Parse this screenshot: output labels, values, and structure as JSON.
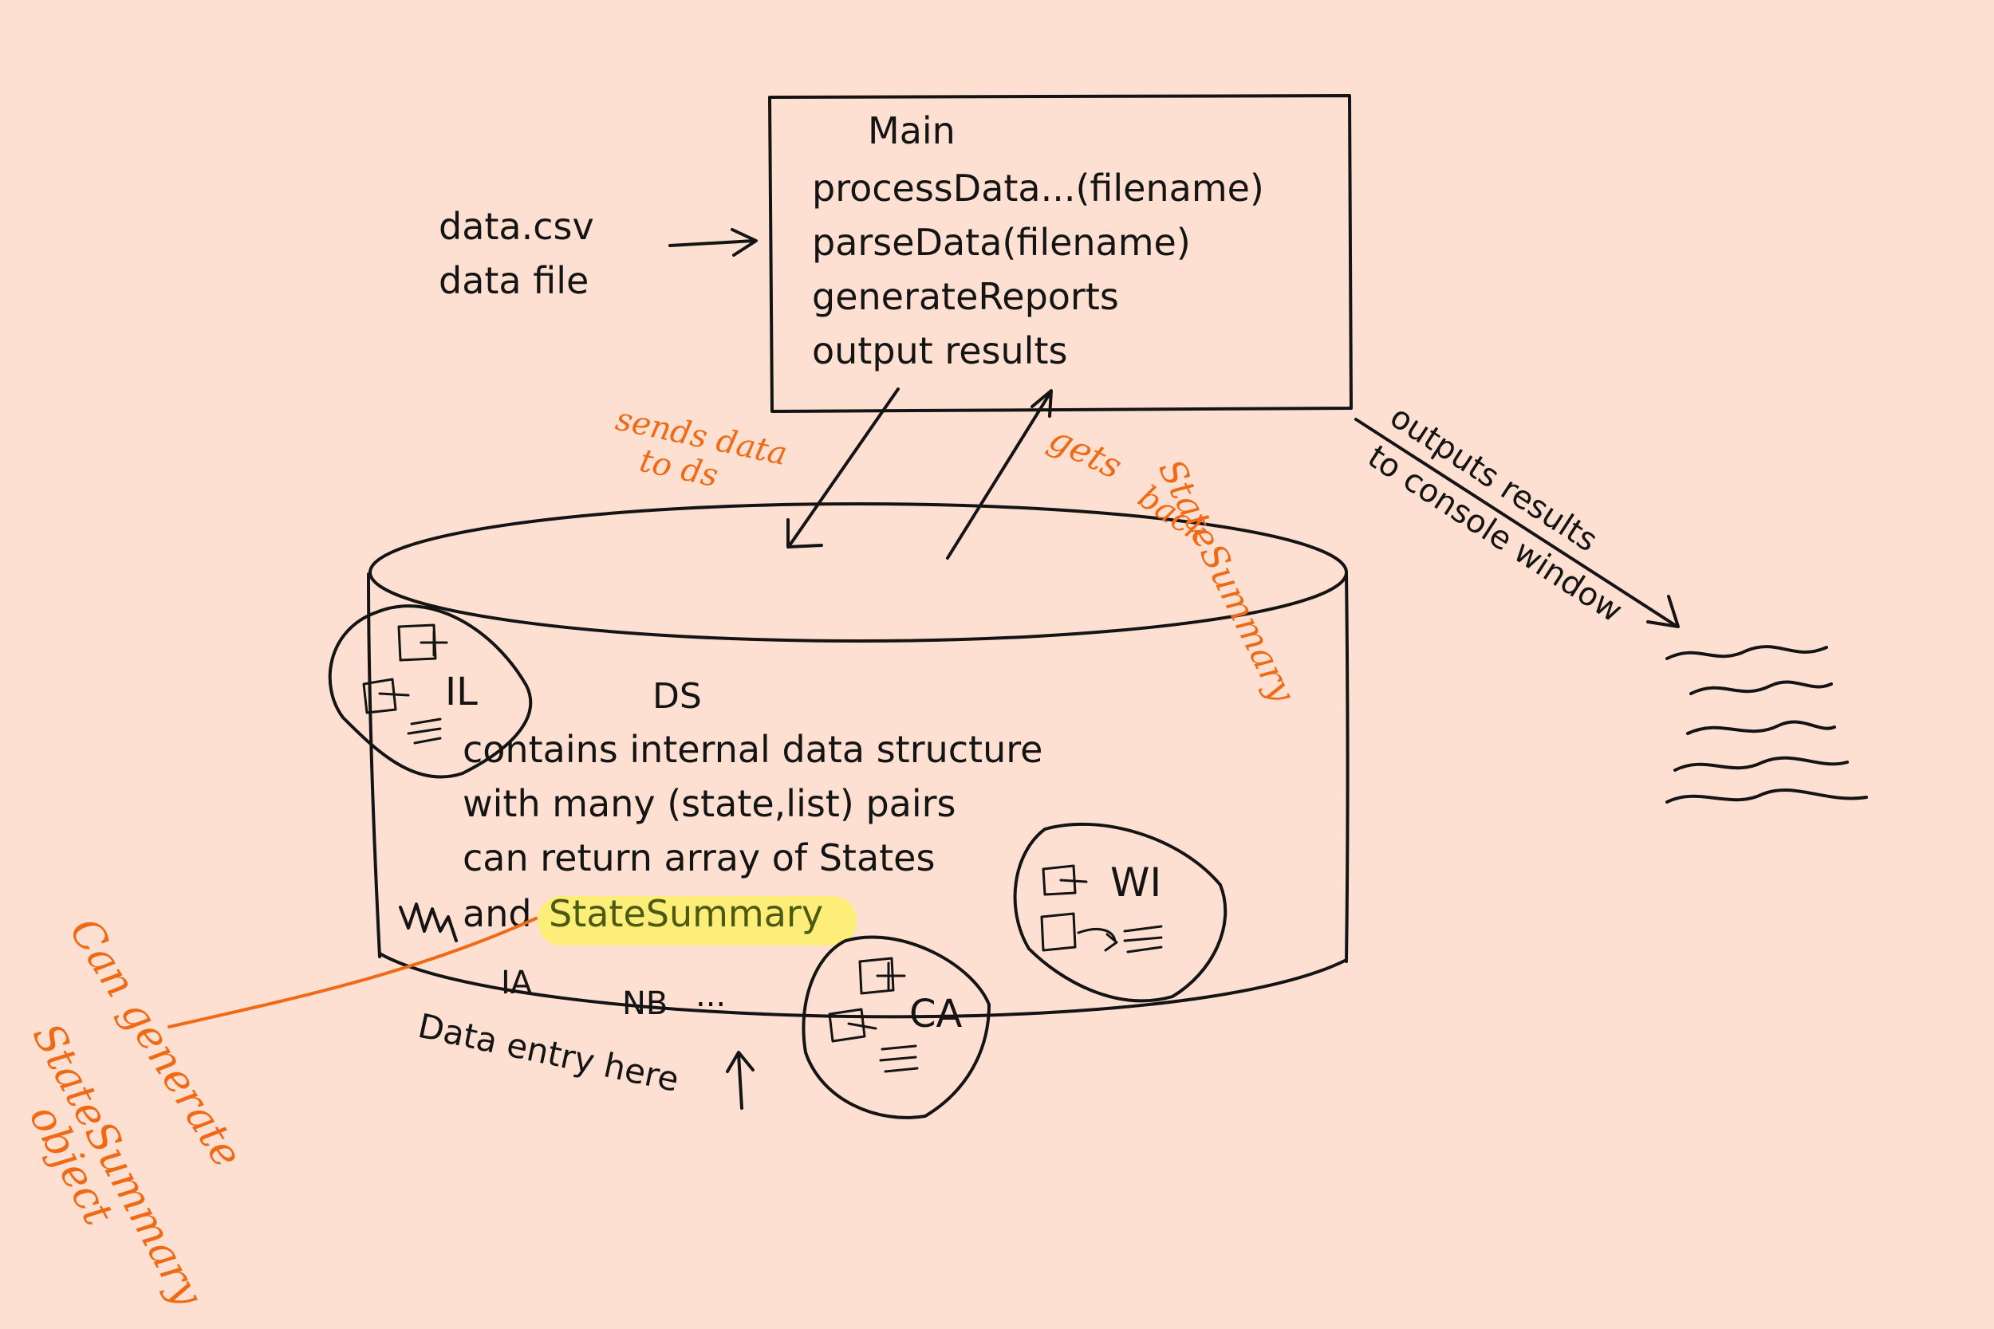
{
  "colors": {
    "background": "#fde0d2",
    "ink": "#141414",
    "annotation": "#f06a16",
    "highlight": "#fcef6f"
  },
  "main_box": {
    "title": "Main",
    "lines": [
      "processData...(filename)",
      "parseData(filename)",
      "generateReports",
      "output results"
    ]
  },
  "input_file": {
    "lines": [
      "data.csv",
      "data file"
    ]
  },
  "ds": {
    "title": "DS",
    "lines": [
      "contains internal data structure",
      "with many (state,list) pairs",
      "can return array of States"
    ],
    "last_line_prefix": "and ",
    "highlight": "StateSummary"
  },
  "state_cards": [
    "IL",
    "WI",
    "CA"
  ],
  "row_labels": [
    "IA",
    "NB",
    "..."
  ],
  "data_entry": "Data entry here",
  "annotations": {
    "sends": [
      "sends data",
      "to ds"
    ],
    "gets": [
      "gets",
      "StateSummary",
      "back"
    ],
    "can_generate": [
      "Can generate",
      "StateSummary",
      "object"
    ]
  },
  "output_note": [
    "outputs results",
    "to console window"
  ],
  "icons": {
    "console": "console-output-icon",
    "card": "folder-card-icon"
  }
}
